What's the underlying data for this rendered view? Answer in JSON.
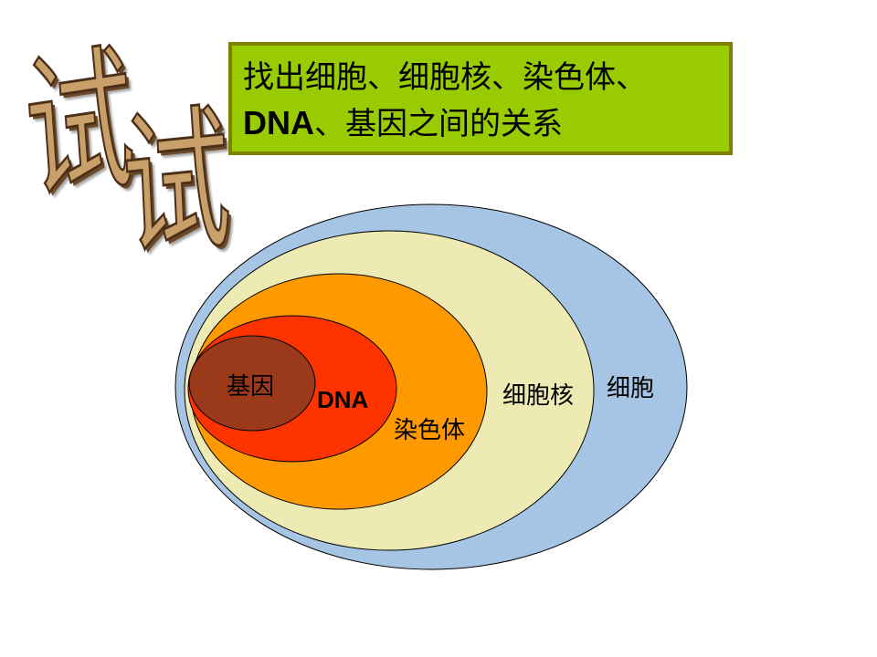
{
  "wordart": {
    "char1": "试",
    "char2": "试",
    "color": "#c9a06a"
  },
  "title": {
    "line1": "找出细胞、细胞核、染色体、",
    "line2_bold": "DNA",
    "line2_rest": "、基因之间的关系",
    "background": "#99cc00",
    "border": "#7f7f00"
  },
  "diagram": {
    "layers": [
      {
        "name": "cell",
        "label": "细胞",
        "color": "#a6c4e3"
      },
      {
        "name": "nucleus",
        "label": "细胞核",
        "color": "#eeeab4"
      },
      {
        "name": "chromosome",
        "label": "染色体",
        "color": "#ff9900"
      },
      {
        "name": "dna",
        "label": "DNA",
        "color": "#ff3300"
      },
      {
        "name": "gene",
        "label": "基因",
        "color": "#9a3a1a"
      }
    ]
  }
}
